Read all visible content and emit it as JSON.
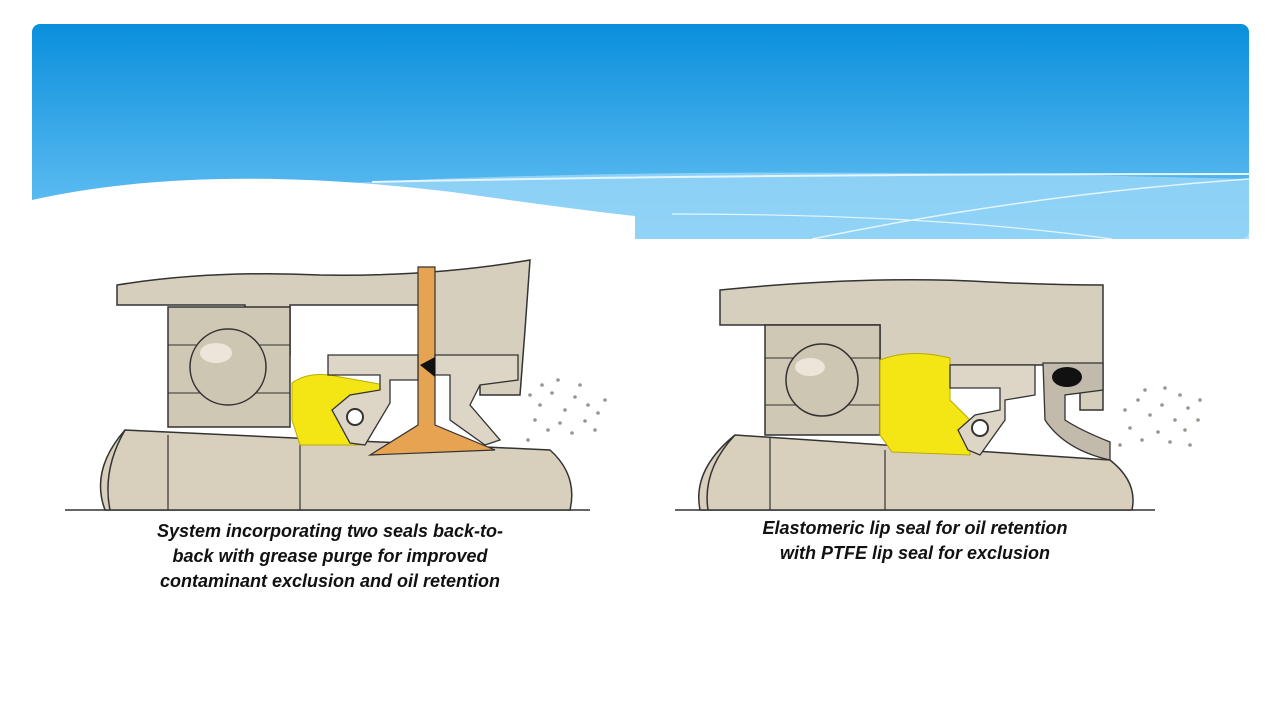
{
  "slide": {
    "background": "#ffffff",
    "banner_colors": {
      "top": "#0a8fdc",
      "bottom": "#6cc4f5",
      "wave": "#9bd7f8"
    }
  },
  "diagrams": [
    {
      "name": "back-to-back-seals",
      "caption": "System incorporating two seals back-to-\nback with grease purge for improved\ncontaminant exclusion and oil retention"
    },
    {
      "name": "elastomeric-ptfe-seal",
      "caption": "Elastomeric lip seal for oil retention\nwith PTFE lip seal for exclusion"
    }
  ],
  "colors": {
    "housing": "#d6cfbd",
    "shaft": "#d8d0bc",
    "grease": "#f4e614",
    "purge": "#e6a352",
    "seal": "#ddd6c6",
    "outline": "#333333"
  }
}
